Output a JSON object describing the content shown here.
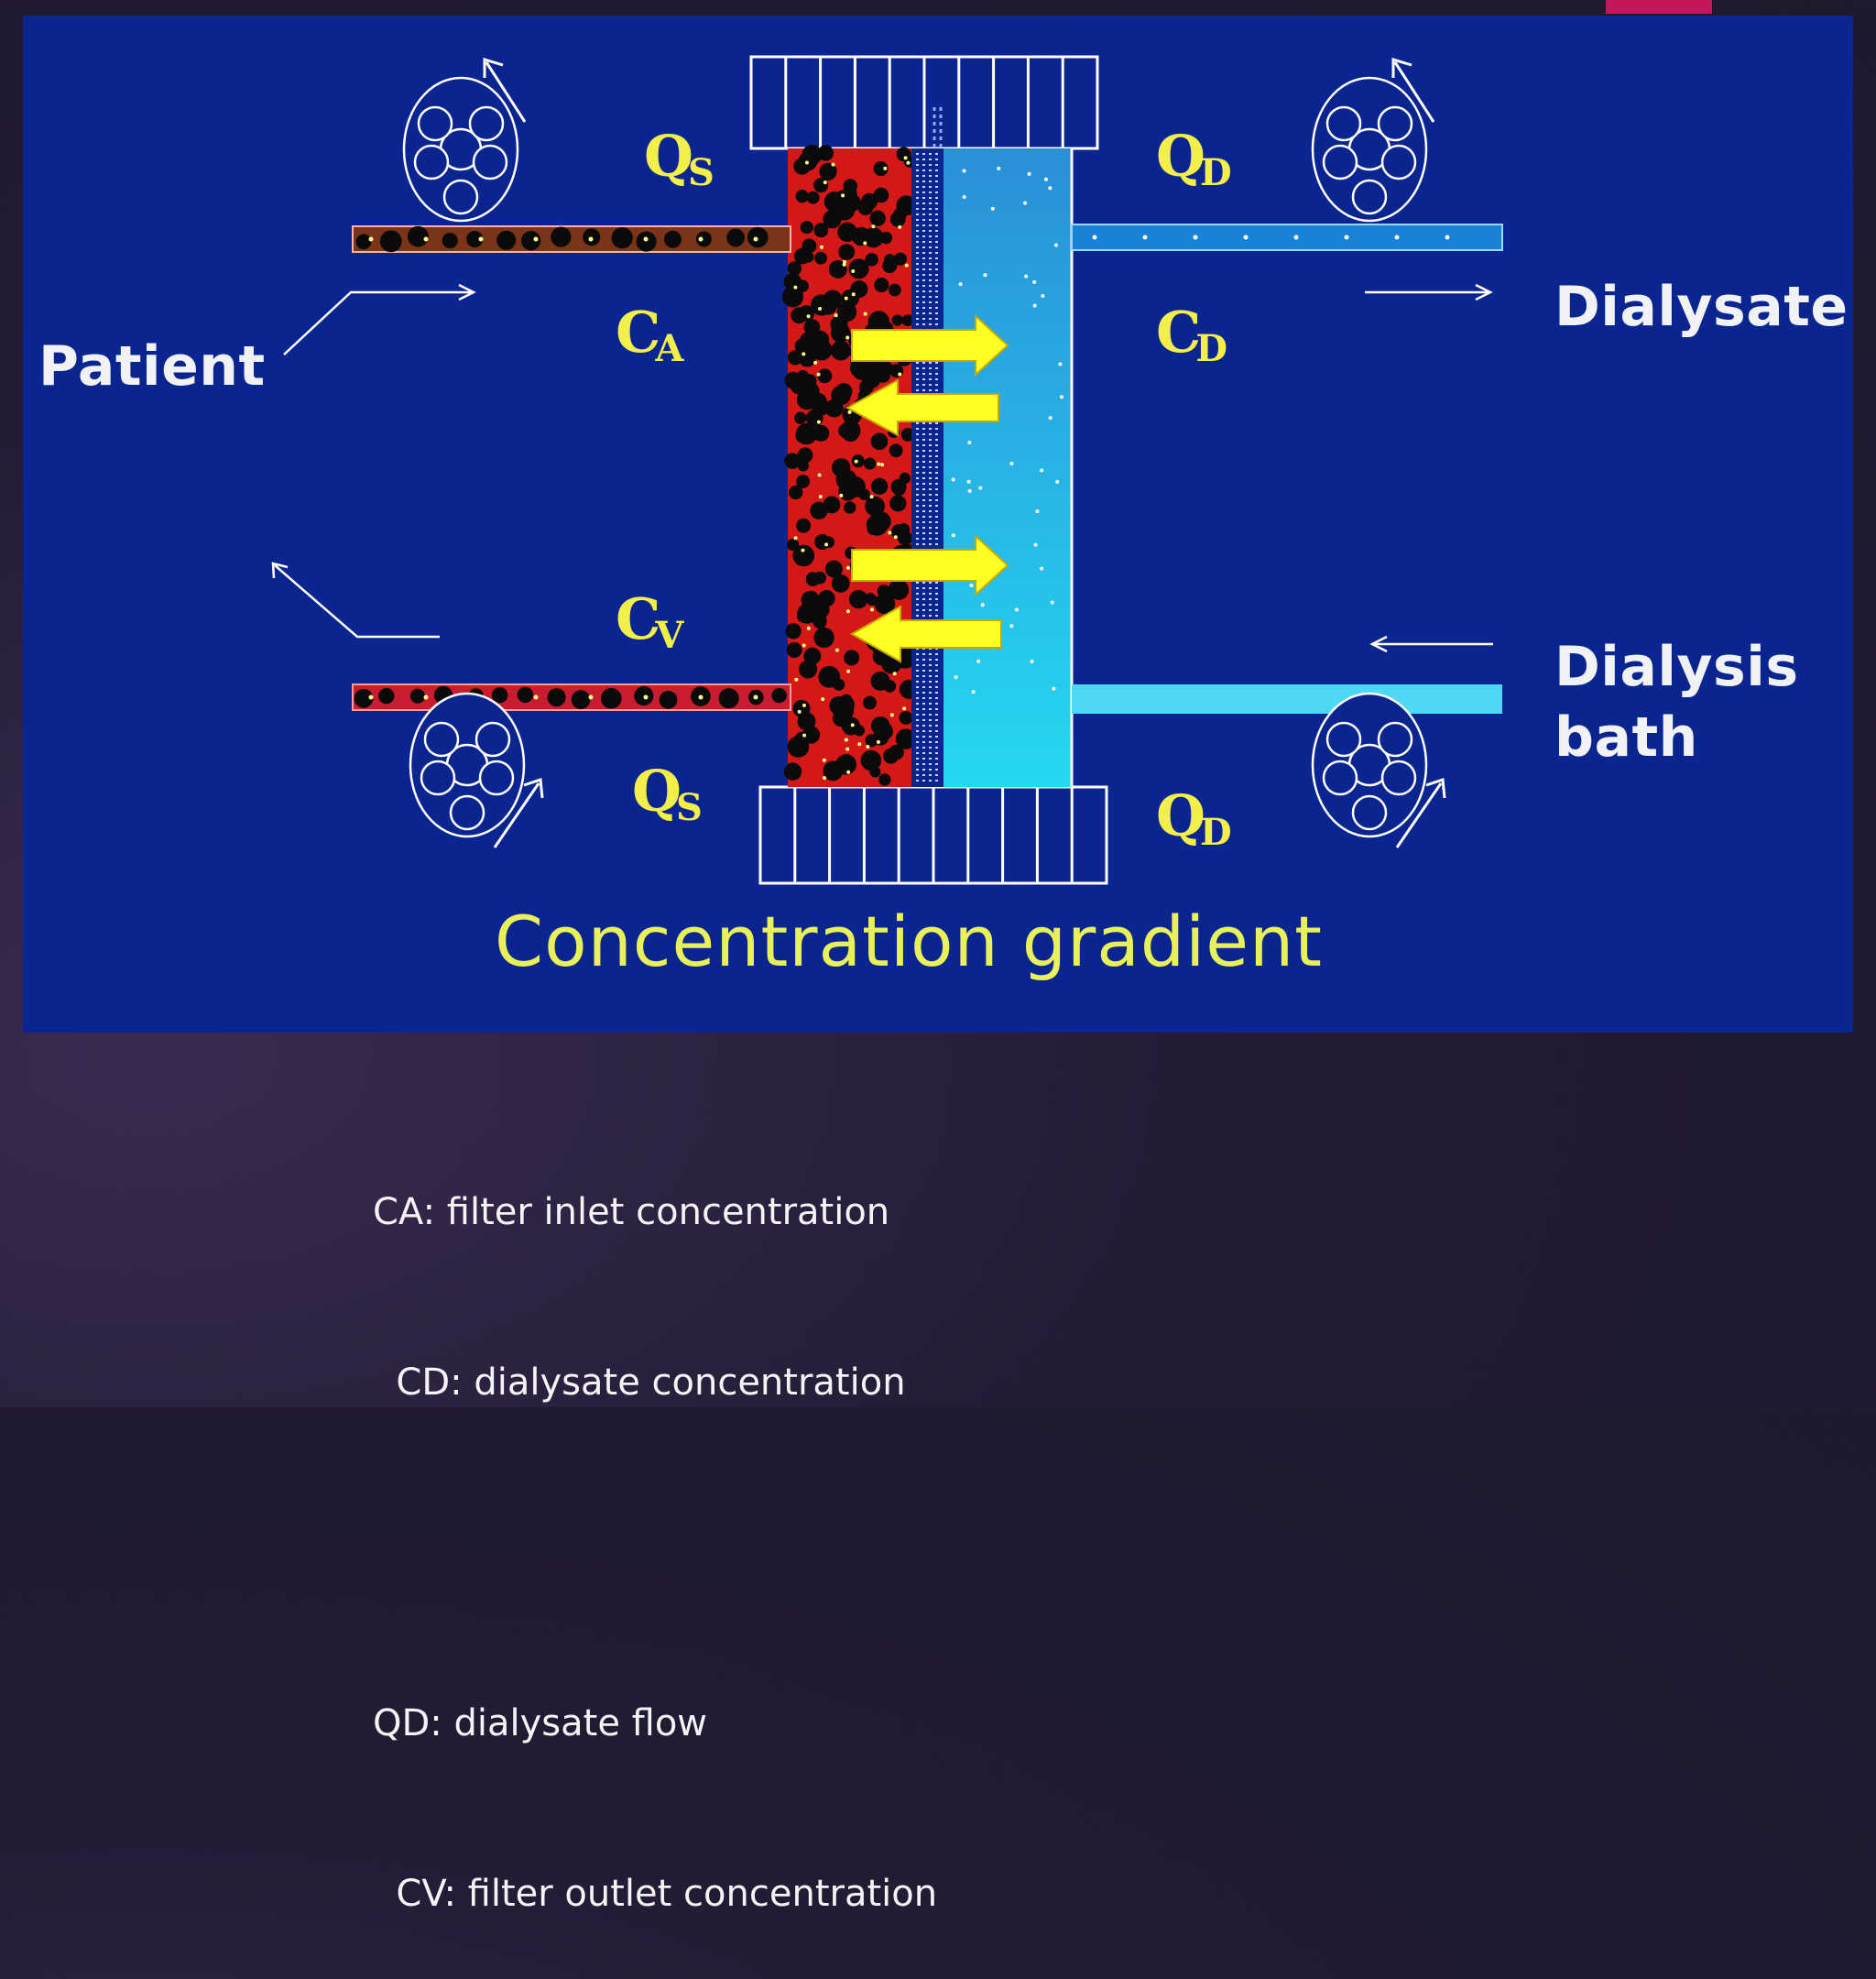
{
  "labels": {
    "patient": "Patient",
    "dialysate": "Dialysate",
    "dialysis_bath_line1": "Dialysis",
    "dialysis_bath_line2": "bath",
    "gradient": "Concentration gradient"
  },
  "symbols": {
    "q_letter": "Q",
    "c_letter": "C",
    "sub_s": "S",
    "sub_d": "D",
    "sub_a": "A",
    "sub_v": "V"
  },
  "notes": [
    "CA: filter inlet concentration",
    "  CD: dialysate concentration",
    "",
    "QD: dialysate flow",
    "  CV: filter outlet concentration"
  ],
  "colors": {
    "panel_blue": "#0b2590",
    "blood_red": "#d41818",
    "dialysate_cyan": "#33c8f0",
    "arrow_yellow": "#ffff22",
    "accent_pink": "#c2185b"
  }
}
